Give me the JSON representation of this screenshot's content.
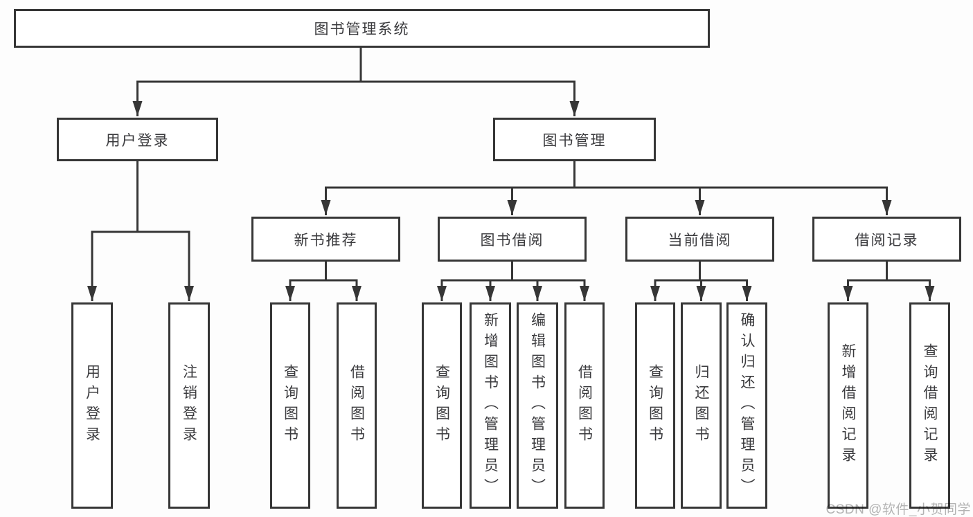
{
  "root": {
    "label": "图书管理系统"
  },
  "branches": {
    "user_login": {
      "label": "用户登录",
      "children": [
        {
          "label": "用户登录"
        },
        {
          "label": "注销登录"
        }
      ]
    },
    "book_management": {
      "label": "图书管理",
      "children": [
        {
          "label": "新书推荐",
          "children": [
            {
              "label": "查询图书"
            },
            {
              "label": "借阅图书"
            }
          ]
        },
        {
          "label": "图书借阅",
          "children": [
            {
              "label": "查询图书"
            },
            {
              "label": "新增图书（管理员）"
            },
            {
              "label": "编辑图书（管理员）"
            },
            {
              "label": "借阅图书"
            }
          ]
        },
        {
          "label": "当前借阅",
          "children": [
            {
              "label": "查询图书"
            },
            {
              "label": "归还图书"
            },
            {
              "label": "确认归还（管理员）"
            }
          ]
        },
        {
          "label": "借阅记录",
          "children": [
            {
              "label": "新增借阅记录"
            },
            {
              "label": "查询借阅记录"
            }
          ]
        }
      ]
    }
  },
  "watermark": {
    "text": "CSDN @软件_小贺同学"
  },
  "colors": {
    "line": "#363636",
    "text": "#3b3b3e",
    "box_background": "#ffffff",
    "page_background": "#fdfdfd",
    "watermark": "#b5b5b5"
  }
}
